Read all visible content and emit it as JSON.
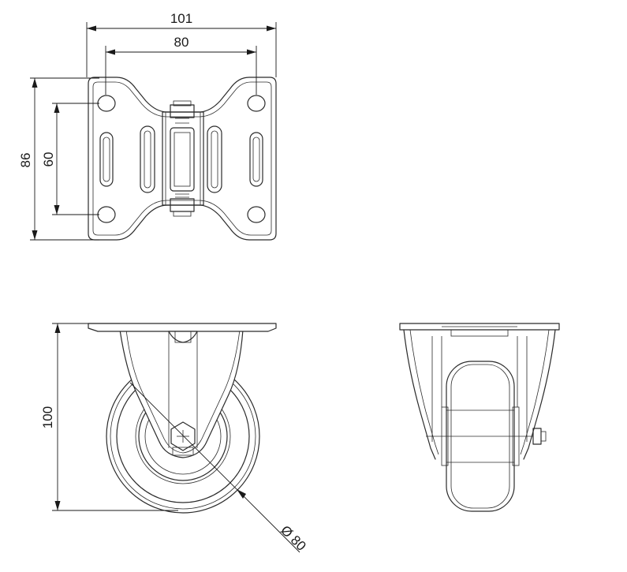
{
  "dimensions": {
    "plate_width": "101",
    "hole_spacing_x": "80",
    "plate_height": "86",
    "hole_spacing_y": "60",
    "total_height": "100",
    "wheel_diameter": "Ø 80"
  }
}
